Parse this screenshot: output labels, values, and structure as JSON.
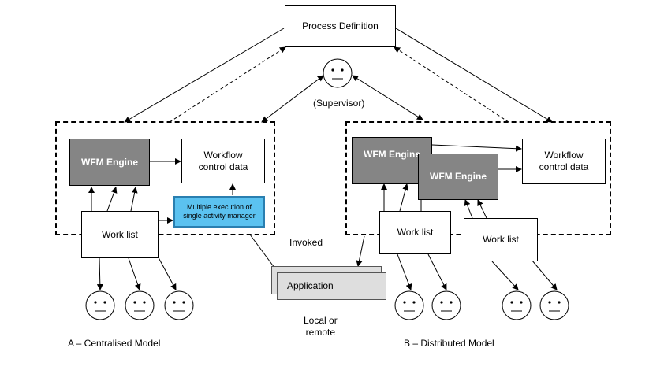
{
  "process_definition": "Process Definition",
  "supervisor_label": "(Supervisor)",
  "centralised": {
    "wfm_engine": "WFM Engine",
    "workflow_control_data": [
      "Workflow",
      "control data"
    ],
    "multiple_execution": [
      "Multiple execution of",
      "single activity manager"
    ],
    "work_list": "Work list",
    "caption": "A – Centralised Model"
  },
  "distributed": {
    "wfm_engine_1": "WFM Engine",
    "wfm_engine_2": "WFM Engine",
    "workflow_control_data": [
      "Workflow",
      "control data"
    ],
    "work_list_1": "Work list",
    "work_list_2": "Work list",
    "caption": "B – Distributed Model"
  },
  "application": {
    "label": "Application",
    "invoked_label": "Invoked",
    "location": [
      "Local or",
      "remote"
    ]
  },
  "colors": {
    "engine_fill": "#858585",
    "multi_fill": "#5bc2f0",
    "application_fill": "#dedede"
  },
  "icons": [
    "smiley-face-icon"
  ]
}
